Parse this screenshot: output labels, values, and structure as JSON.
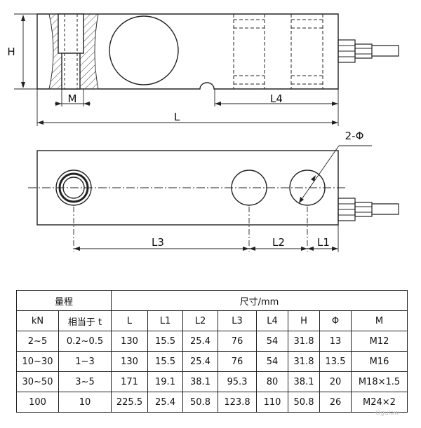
{
  "labels": {
    "H": "H",
    "M": "M",
    "L": "L",
    "L4": "L4",
    "hole_count": "2-Φ",
    "L3": "L3",
    "L2": "L2",
    "L1": "L1"
  },
  "table": {
    "header_range": "量程",
    "header_size": "尺寸/mm",
    "sub_headers": [
      "kN",
      "相当于 t",
      "L",
      "L1",
      "L2",
      "L3",
      "L4",
      "H",
      "Φ",
      "M"
    ],
    "rows": [
      [
        "2~5",
        "0.2~0.5",
        "130",
        "15.5",
        "25.4",
        "76",
        "54",
        "31.8",
        "13",
        "M12"
      ],
      [
        "10~30",
        "1~3",
        "130",
        "15.5",
        "25.4",
        "76",
        "54",
        "31.8",
        "13.5",
        "M16"
      ],
      [
        "30~50",
        "3~5",
        "171",
        "19.1",
        "38.1",
        "95.3",
        "80",
        "38.1",
        "20",
        "M18×1.5"
      ],
      [
        "100",
        "10",
        "225.5",
        "25.4",
        "50.8",
        "123.8",
        "110",
        "50.8",
        "26",
        "M24×2"
      ]
    ]
  },
  "watermark": "Ogulaw"
}
